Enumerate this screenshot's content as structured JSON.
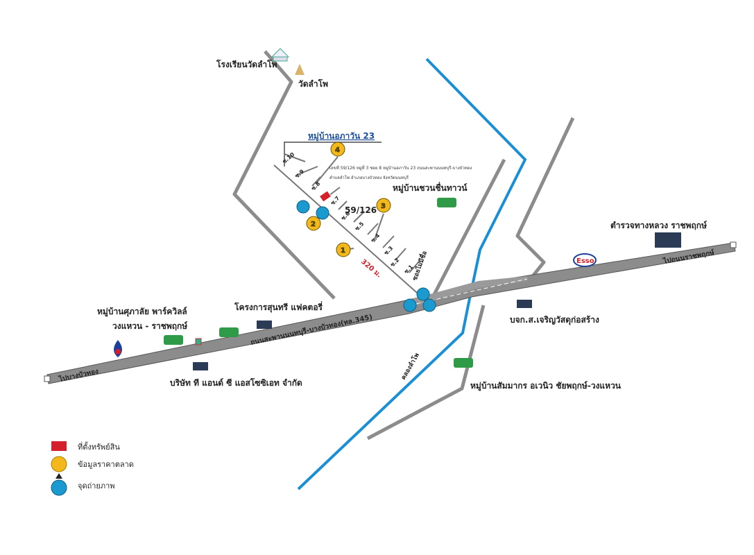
{
  "labels": {
    "school": "โรงเรียนวัดลำโพ",
    "temple": "วัดลำโพ",
    "village_top": "หมู่บ้านอภาวัน 23",
    "address_line1": "เลขที่ 59/126 หมู่ที่ 3 ซอย 8 หมู่บ้านอภาวัน 23 ถนนสะพานนนทบุรี-บางบัวทอง",
    "address_line2": "ตำบลลำโพ อำเภอบางบัวทอง จังหวัดนนทบุรี",
    "village_chuan": "หมู่บ้านชวนชื่นทาวน์",
    "house_no": "59/126",
    "distance": "320 ม.",
    "soi_main": "ซอยไม่มีชื่อ",
    "police": "ตำรวจทางหลวง ราชพฤกษ์",
    "to_ratchaphruek": "ไปถนนราชพฤกษ์",
    "village_supalai_1": "หมู่บ้านศุภาลัย พาร์ควิลล์",
    "village_supalai_2": "วงแหวน - ราชพฤกษ์",
    "project_sunthri": "โครงการสุนทรี แฟคตอรี่",
    "main_road": "ถนนสะพานนนทบุรี-บางบัวทอง(ทล.345)",
    "to_bangbuathong": "ไปบางบัวทอง",
    "company_tg": "บริษัท ที แอนด์ ซี แอสโซซิเอท จำกัด",
    "company_charoen": "บจก.ส.เจริญวัสดุก่อสร้าง",
    "canal": "คลองลำโพ",
    "village_sammakorn": "หมู่บ้านสัมมากร อเวนิว ชัยพฤกษ์-วงแหวน",
    "esso": "Esso",
    "sois": [
      "ซ.10",
      "ซ.9",
      "ซ.8",
      "ซ.7",
      "ซ.6",
      "ซ.5",
      "ซ.4",
      "ซ.3",
      "ซ.2",
      "ซ.1"
    ]
  },
  "markers": {
    "market": [
      "1",
      "2",
      "3",
      "4"
    ]
  },
  "legend": [
    {
      "label": "ที่ตั้งทรัพย์สิน",
      "icon": "property-location-icon"
    },
    {
      "label": "ข้อมูลราคาตลาด",
      "icon": "market-data-icon"
    },
    {
      "label": "จุดถ่ายภาพ",
      "icon": "photo-point-icon"
    }
  ],
  "colors": {
    "road": "#8c8c8c",
    "river": "#1a8fd6",
    "market": "#f2b81c",
    "photo": "#1b9ad0",
    "property": "#d3202a"
  }
}
